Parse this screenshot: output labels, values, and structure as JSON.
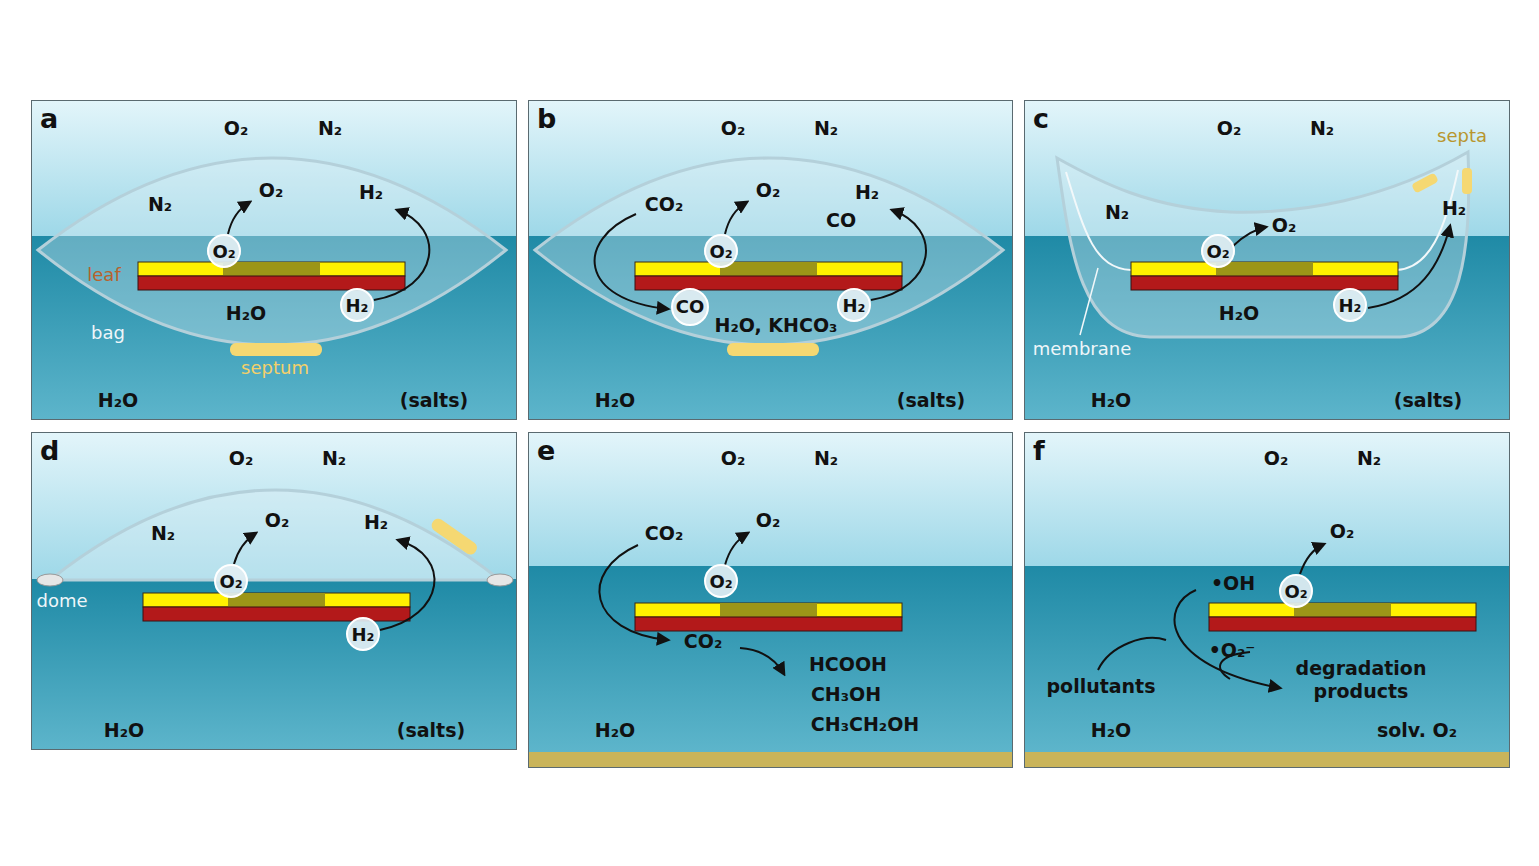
{
  "diagram": {
    "nodes": [
      {
        "text": [
          "a"
        ]
      },
      {
        "text": [
          "O₂"
        ],
        "in": 0
      },
      {
        "text": [
          "H₂"
        ],
        "in": 0
      },
      {
        "text": [
          "b"
        ]
      },
      {
        "text": [
          "O₂"
        ],
        "in": 3
      },
      {
        "text": [
          "CO"
        ],
        "in": 3
      },
      {
        "text": [
          "H₂"
        ],
        "in": 3
      },
      {
        "text": [
          "c"
        ]
      },
      {
        "text": [
          "O₂"
        ],
        "in": 7
      },
      {
        "text": [
          "H₂"
        ],
        "in": 7
      },
      {
        "text": [
          "d"
        ]
      },
      {
        "text": [
          "O₂"
        ],
        "in": 10
      },
      {
        "text": [
          "H₂"
        ],
        "in": 10
      },
      {
        "text": [
          "e"
        ]
      },
      {
        "text": [
          "O₂"
        ],
        "in": 13
      },
      {
        "text": [
          "f"
        ]
      },
      {
        "text": [
          "O₂"
        ],
        "in": 15
      }
    ],
    "edges": [],
    "labels": [
      "O₂",
      "N₂",
      "N₂",
      "O₂",
      "H₂",
      "leaf",
      "H₂O",
      "bag",
      "septum",
      "H₂O",
      "(salts)",
      "O₂",
      "N₂",
      "CO₂",
      "O₂",
      "H₂",
      "CO",
      "H₂O, KHCO₃",
      "H₂O",
      "(salts)",
      "septa",
      "O₂",
      "N₂",
      "N₂",
      "O₂",
      "H₂",
      "H₂O",
      "membrane",
      "H₂O",
      "(salts)",
      "O₂",
      "N₂",
      "N₂",
      "O₂",
      "H₂",
      "dome",
      "H₂O",
      "(salts)",
      "O₂",
      "N₂",
      "CO₂",
      "O₂",
      "CO₂",
      "HCOOH",
      "CH₃OH",
      "CH₃CH₂OH",
      "H₂O",
      "O₂",
      "N₂",
      "O₂",
      "•OH",
      "•O₂⁻",
      "degradation products",
      "pollutants",
      "H₂O",
      "solv. O₂"
    ]
  }
}
